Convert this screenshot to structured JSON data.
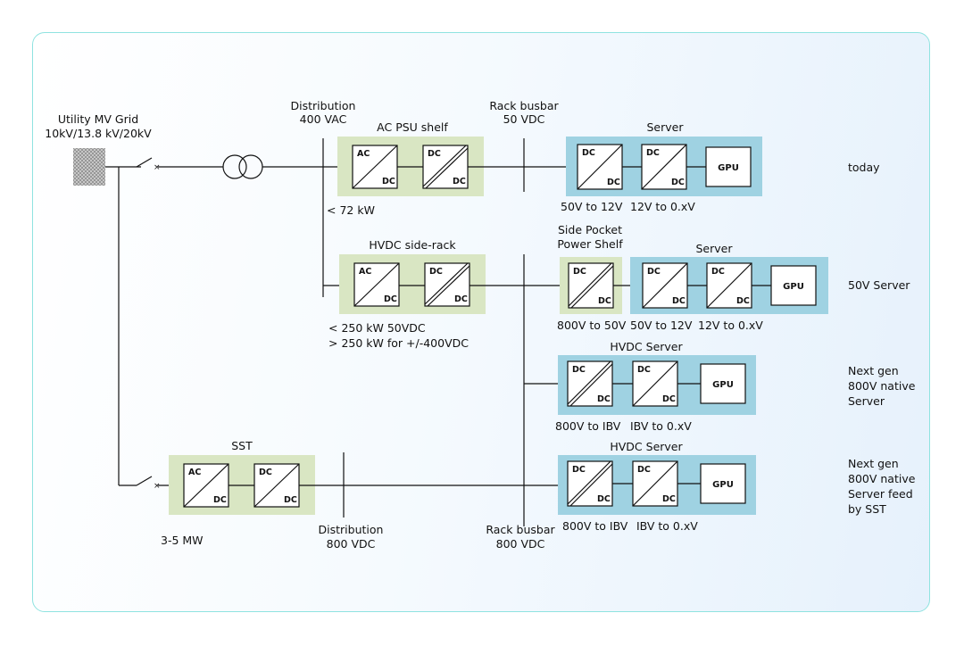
{
  "grid": {
    "title": "Utility MV Grid",
    "subtitle": "10kV/13.8 kV/20kV"
  },
  "top_bus": {
    "distribution_title": "Distribution",
    "distribution_voltage": "400 VAC",
    "rack_title": "Rack busbar",
    "rack_voltage": "50 VDC",
    "psu_shelf": "AC PSU shelf",
    "psu_power": "< 72 kW"
  },
  "row1": {
    "server_title": "Server",
    "conv_a": "50V to 12V",
    "conv_b": "12V to 0.xV",
    "side_label": "today"
  },
  "row2": {
    "hvdc_rack": "HVDC side-rack",
    "power_a": "< 250 kW 50VDC",
    "power_b": "> 250 kW for +/-400VDC",
    "side_pocket_a": "Side Pocket",
    "side_pocket_b": "Power Shelf",
    "server_title": "Server",
    "conv_a": "800V to 50V",
    "conv_b": "50V to 12V",
    "conv_c": "12V to 0.xV",
    "side_label": "50V Server"
  },
  "row3": {
    "server_title": "HVDC Server",
    "conv_a": "800V to IBV",
    "conv_b": "IBV to 0.xV",
    "side_label_1": "Next gen",
    "side_label_2": "800V native",
    "side_label_3": "Server"
  },
  "row4": {
    "sst": "SST",
    "sst_power": "3-5 MW",
    "distribution_title": "Distribution",
    "distribution_voltage": "800 VDC",
    "rack_title": "Rack busbar",
    "rack_voltage": "800 VDC",
    "server_title": "HVDC Server",
    "conv_a": "800V to IBV",
    "conv_b": "IBV to 0.xV",
    "side_label_1": "Next gen",
    "side_label_2": "800V native",
    "side_label_3": "Server feed",
    "side_label_4": "by SST"
  },
  "converter_labels": {
    "ac": "AC",
    "dc": "DC",
    "gpu": "GPU"
  },
  "colors": {
    "shelf_green": "#d9e6c3",
    "server_blue": "#9fd2e2",
    "border_teal": "#8fe3e0"
  }
}
